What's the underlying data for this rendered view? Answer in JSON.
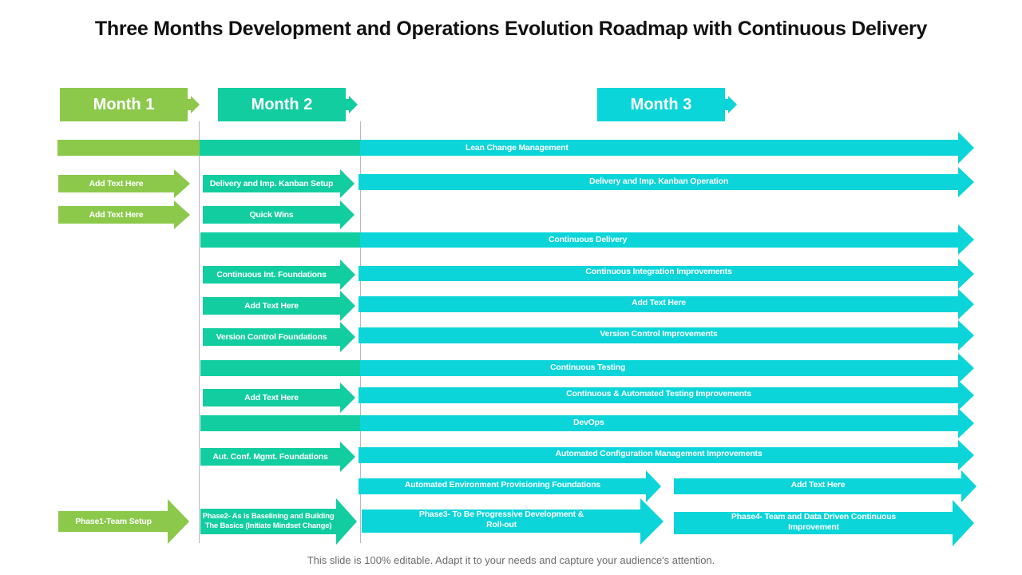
{
  "title": "Three Months Development and Operations Evolution Roadmap with Continuous Delivery",
  "colors": {
    "month1": "#8cc94b",
    "month2": "#12cda0",
    "month3": "#0bd5d9",
    "divider": "#b9b9b9",
    "footer_text": "#6b6b6b"
  },
  "months": [
    {
      "label": "Month 1"
    },
    {
      "label": "Month 2"
    },
    {
      "label": "Month 3"
    }
  ],
  "rows": {
    "lean_change": {
      "label": "Lean Change Management"
    },
    "kanban": {
      "month1": "Add Text Here",
      "month2": "Delivery and Imp.  Kanban Setup",
      "month3": "Delivery and Imp.  Kanban Operation"
    },
    "quick_wins": {
      "month1": "Add Text Here",
      "month2": "Quick Wins"
    },
    "continuous_delivery": {
      "label": "Continuous Delivery"
    },
    "ci": {
      "month2": "Continuous Int. Foundations",
      "month3": "Continuous Integration Improvements"
    },
    "add_text_row": {
      "month2": "Add Text Here",
      "month3": "Add Text Here"
    },
    "version_control": {
      "month2": "Version Control Foundations",
      "month3": "Version Control Improvements"
    },
    "continuous_testing": {
      "label": "Continuous Testing"
    },
    "testing": {
      "month2": "Add Text Here",
      "month3": "Continuous & Automated Testing Improvements"
    },
    "devops": {
      "label": "DevOps"
    },
    "config_mgmt": {
      "month2": "Aut. Conf. Mgmt. Foundations",
      "month3": "Automated Configuration Management Improvements"
    },
    "env_provisioning": {
      "month3a": "Automated Environment Provisioning Foundations",
      "month3b": "Add Text Here"
    },
    "phases": {
      "phase1": "Phase1-Team Setup",
      "phase2": "Phase2- As is Baselining and Building The Basics (Initiate Mindset Change)",
      "phase3": "Phase3- To Be Progressive Development & Roll-out",
      "phase4": "Phase4- Team and Data Driven Continuous Improvement"
    }
  },
  "footer": "This slide is 100% editable. Adapt it to your needs and capture your audience's attention."
}
